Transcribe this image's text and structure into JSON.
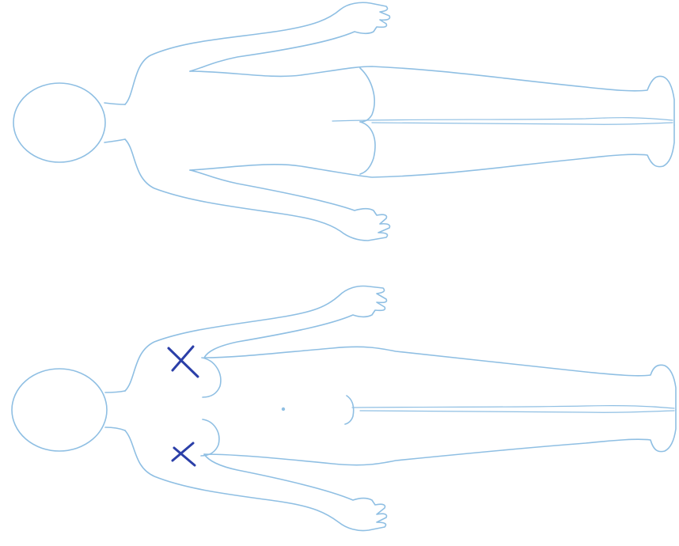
{
  "colors": {
    "outline": "#8fbfe3",
    "mark": "#2b3fa8",
    "background": "#ffffff"
  },
  "figures": [
    {
      "view": "back",
      "orientation": "rotated-horizontal-head-left",
      "marks": []
    },
    {
      "view": "front",
      "orientation": "rotated-horizontal-head-left",
      "marks": [
        {
          "shape": "cross",
          "location": "right-chest"
        },
        {
          "shape": "cross",
          "location": "left-chest"
        }
      ]
    }
  ]
}
